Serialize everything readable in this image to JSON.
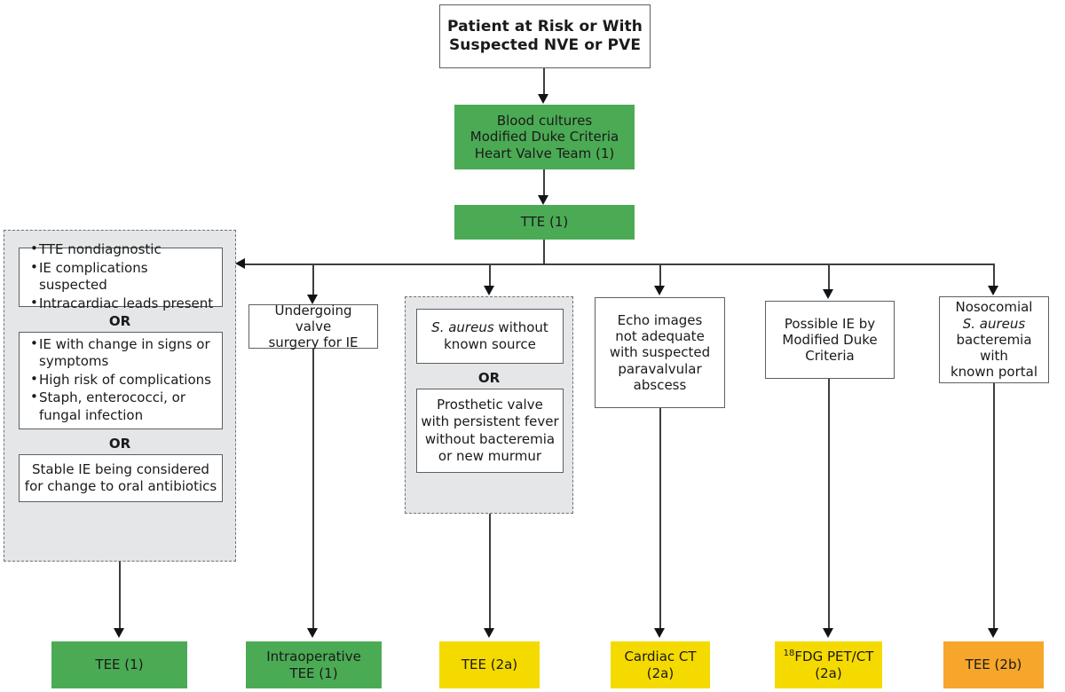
{
  "diagram": {
    "title": "Patient at Risk or With Suspected NVE or PVE",
    "colors": {
      "green": "#4BAB55",
      "yellow": "#F5DA00",
      "orange": "#F6A62A",
      "panel_gray": "#E4E6E7",
      "border_gray": "#5B6065",
      "connector": "#3B3F43"
    }
  },
  "top": {
    "title_box": "Patient at Risk or With\nSuspected NVE or PVE",
    "workup_box": "Blood cultures\nModified Duke Criteria\nHeart Valve Team (1)",
    "tte_box": "TTE (1)"
  },
  "branches": {
    "b1": {
      "panel_label": "TTE-criteria-panel",
      "sub1_items": [
        "TTE nondiagnostic",
        "IE complications suspected",
        "Intracardiac leads present"
      ],
      "or1": "OR",
      "sub2_items": [
        "IE with change in signs or symptoms",
        "High risk of complications",
        "Staph, enterococci, or fungal infection"
      ],
      "or2": "OR",
      "sub3": "Stable IE being considered\nfor change to oral antibiotics",
      "outcome": "TEE (1)",
      "outcome_color": "green"
    },
    "b2": {
      "condition": "Undergoing valve\nsurgery for IE",
      "outcome": "Intraoperative\nTEE (1)",
      "outcome_color": "green"
    },
    "b3": {
      "panel_label": "s-aureus-panel",
      "sub1_prefix": "S. aureus",
      "sub1_rest": " without\nknown source",
      "or1": "OR",
      "sub2": "Prosthetic valve\nwith persistent fever\nwithout bacteremia\nor new murmur",
      "outcome": "TEE (2a)",
      "outcome_color": "yellow"
    },
    "b4": {
      "condition": "Echo images\nnot adequate\nwith suspected\nparavalvular\nabscess",
      "outcome": "Cardiac CT\n(2a)",
      "outcome_color": "yellow"
    },
    "b5": {
      "condition": "Possible IE by\nModified Duke\nCriteria",
      "outcome_sup": "18",
      "outcome_main": "FDG PET/CT",
      "outcome_line2": "(2a)",
      "outcome_color": "yellow"
    },
    "b6": {
      "condition_line1": "Nosocomial",
      "condition_italic": "S. aureus",
      "condition_line3": "bacteremia with\nknown portal",
      "outcome": "TEE (2b)",
      "outcome_color": "orange"
    }
  }
}
